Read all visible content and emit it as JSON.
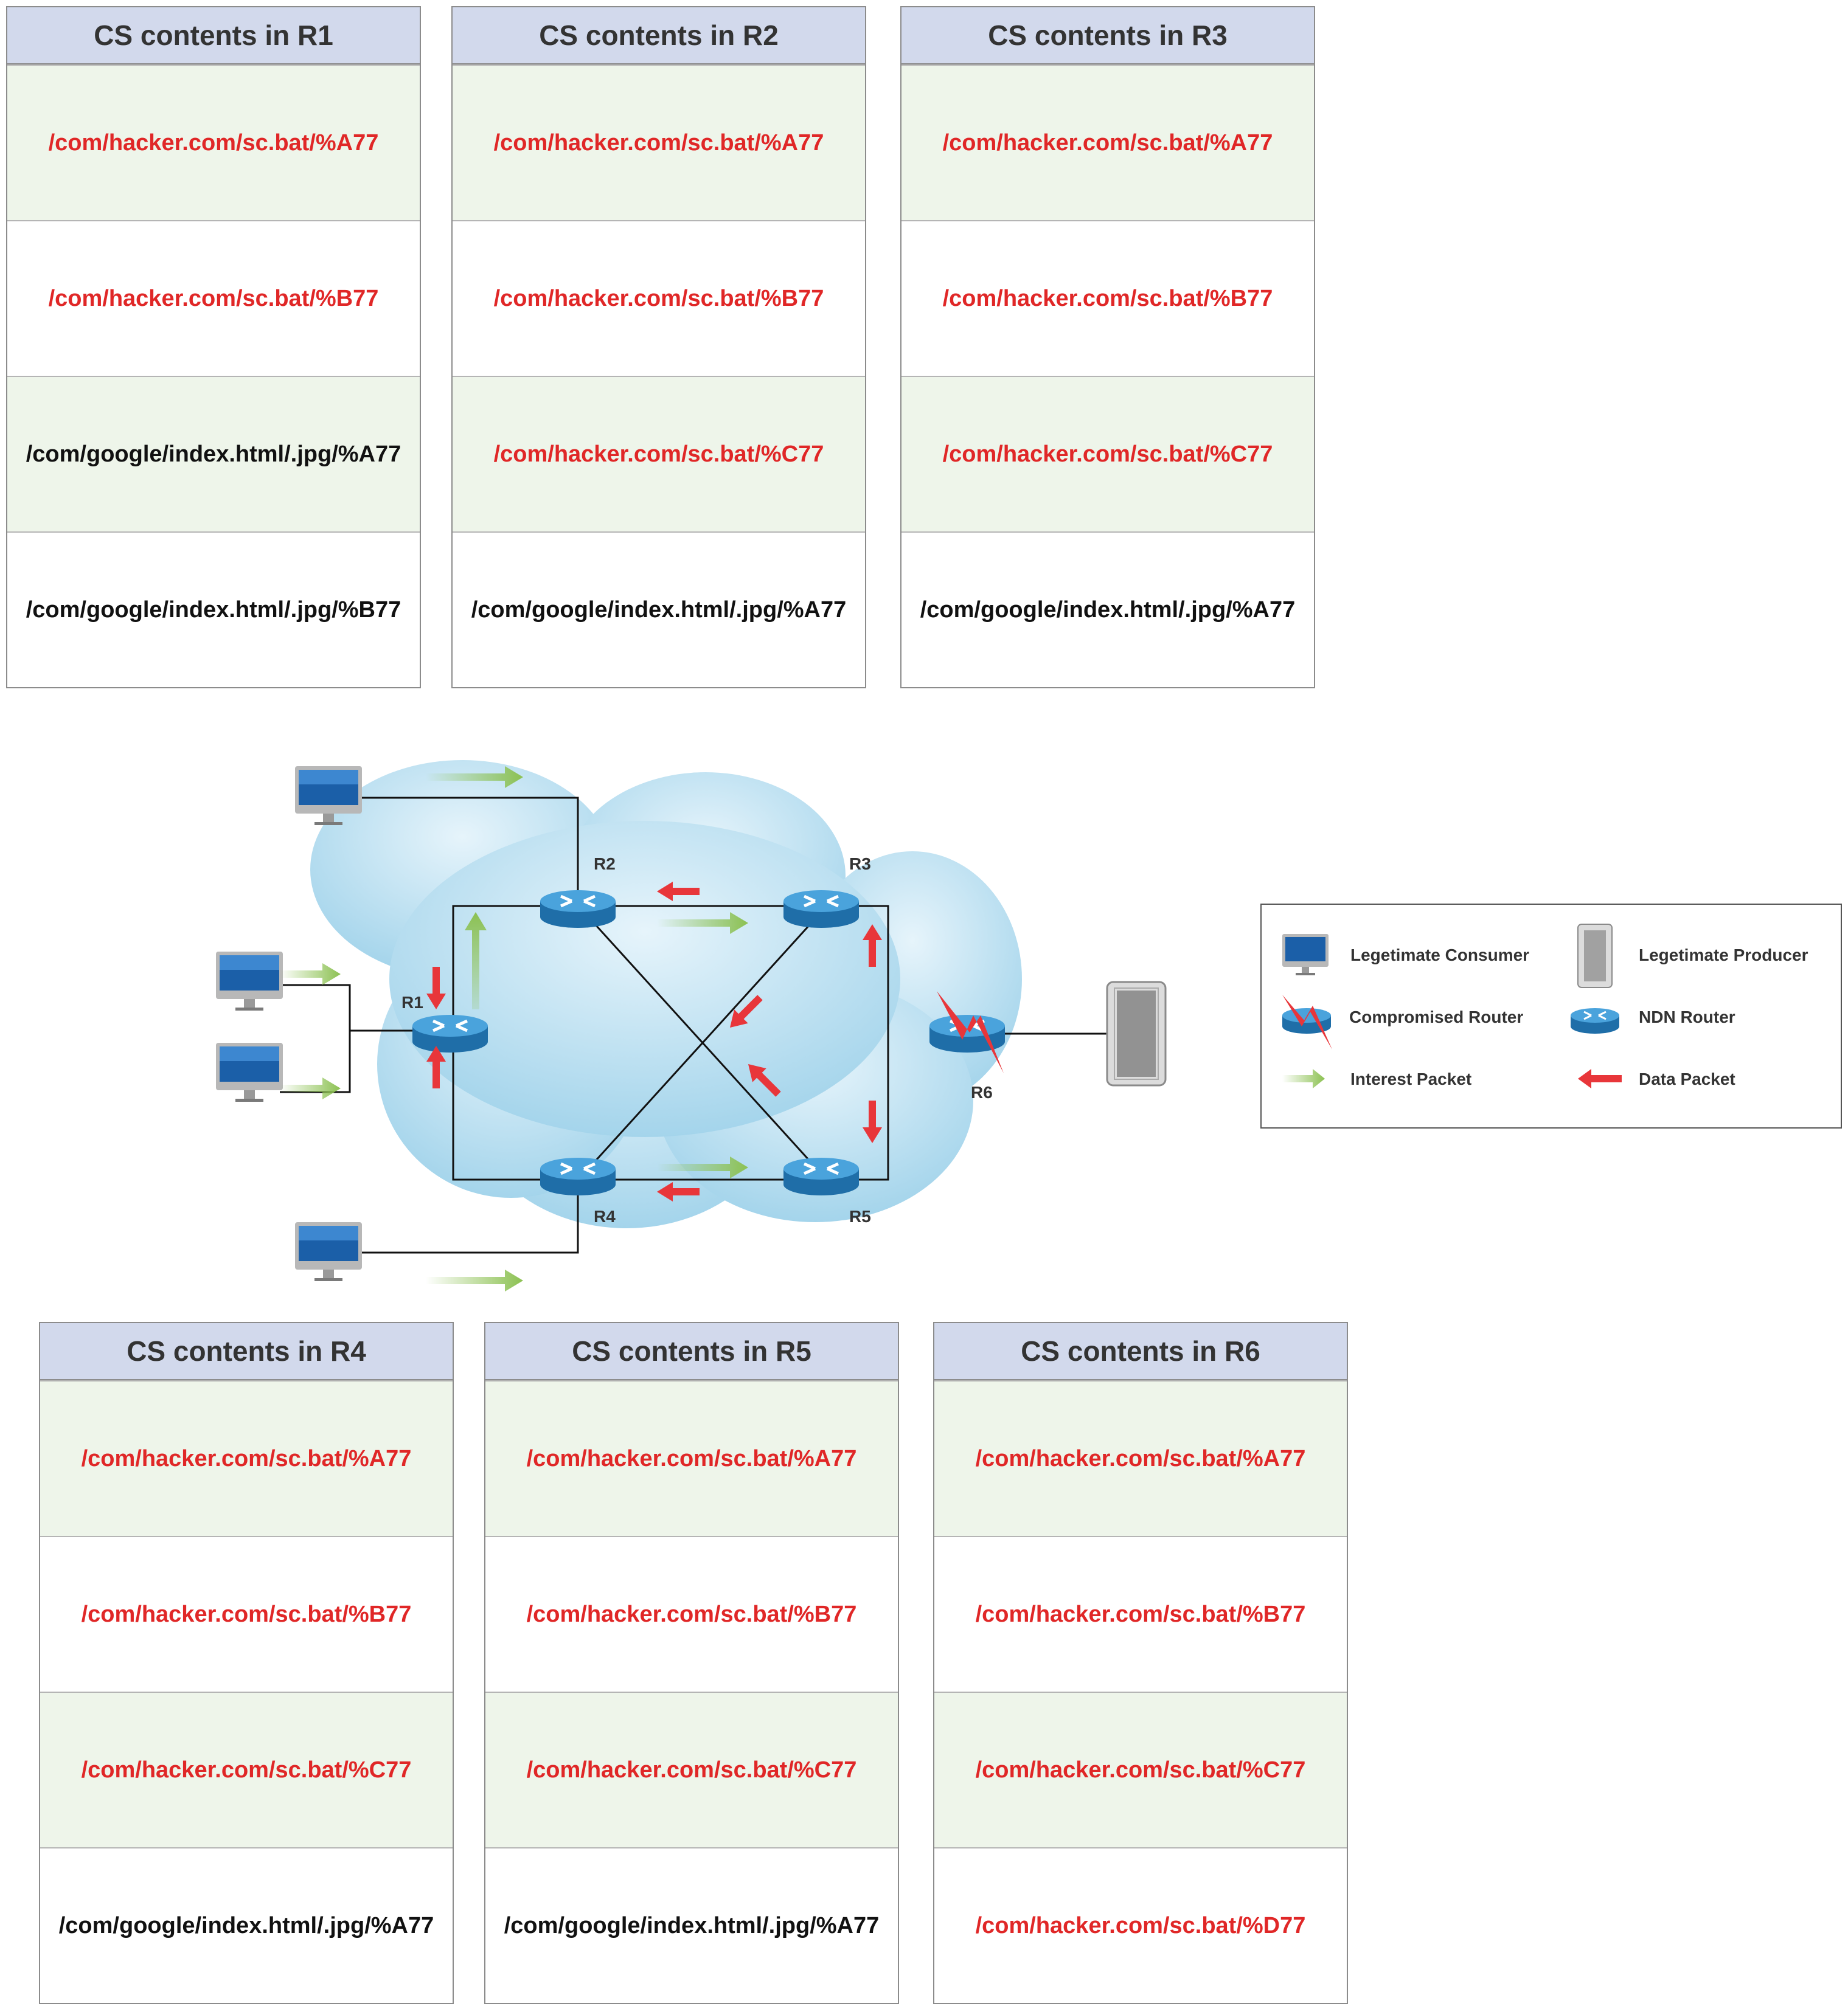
{
  "tables": [
    {
      "title": "CS contents in R1",
      "rows": [
        {
          "text": "/com/hacker.com/sc.bat/%A77",
          "malicious": true
        },
        {
          "text": "/com/hacker.com/sc.bat/%B77",
          "malicious": true
        },
        {
          "text": "/com/google/index.html/.jpg/%A77",
          "malicious": false
        },
        {
          "text": "/com/google/index.html/.jpg/%B77",
          "malicious": false
        }
      ]
    },
    {
      "title": "CS contents in R2",
      "rows": [
        {
          "text": "/com/hacker.com/sc.bat/%A77",
          "malicious": true
        },
        {
          "text": "/com/hacker.com/sc.bat/%B77",
          "malicious": true
        },
        {
          "text": "/com/hacker.com/sc.bat/%C77",
          "malicious": true
        },
        {
          "text": "/com/google/index.html/.jpg/%A77",
          "malicious": false
        }
      ]
    },
    {
      "title": "CS contents in R3",
      "rows": [
        {
          "text": "/com/hacker.com/sc.bat/%A77",
          "malicious": true
        },
        {
          "text": "/com/hacker.com/sc.bat/%B77",
          "malicious": true
        },
        {
          "text": "/com/hacker.com/sc.bat/%C77",
          "malicious": true
        },
        {
          "text": "/com/google/index.html/.jpg/%A77",
          "malicious": false
        }
      ]
    },
    {
      "title": "CS contents in R4",
      "rows": [
        {
          "text": "/com/hacker.com/sc.bat/%A77",
          "malicious": true
        },
        {
          "text": "/com/hacker.com/sc.bat/%B77",
          "malicious": true
        },
        {
          "text": "/com/hacker.com/sc.bat/%C77",
          "malicious": true
        },
        {
          "text": "/com/google/index.html/.jpg/%A77",
          "malicious": false
        }
      ]
    },
    {
      "title": "CS contents in R5",
      "rows": [
        {
          "text": "/com/hacker.com/sc.bat/%A77",
          "malicious": true
        },
        {
          "text": "/com/hacker.com/sc.bat/%B77",
          "malicious": true
        },
        {
          "text": "/com/hacker.com/sc.bat/%C77",
          "malicious": true
        },
        {
          "text": "/com/google/index.html/.jpg/%A77",
          "malicious": false
        }
      ]
    },
    {
      "title": "CS contents in R6",
      "rows": [
        {
          "text": "/com/hacker.com/sc.bat/%A77",
          "malicious": true
        },
        {
          "text": "/com/hacker.com/sc.bat/%B77",
          "malicious": true
        },
        {
          "text": "/com/hacker.com/sc.bat/%C77",
          "malicious": true
        },
        {
          "text": "/com/hacker.com/sc.bat/%D77",
          "malicious": true
        }
      ]
    }
  ],
  "routers": {
    "r1": "R1",
    "r2": "R2",
    "r3": "R3",
    "r4": "R4",
    "r5": "R5",
    "r6": "R6"
  },
  "legend": {
    "consumer": "Legetimate Consumer",
    "producer": "Legetimate Producer",
    "compromised": "Compromised Router",
    "ndn": "NDN Router",
    "interest": "Interest Packet",
    "data": "Data Packet"
  },
  "colors": {
    "malicious_text": "#e02727",
    "header_bg": "#d2d9ec",
    "shaded_row": "#eef5ea",
    "interest_arrow": "#8cc152",
    "data_arrow": "#e8363a",
    "router_blue": "#3a8fc7",
    "cloud_blue": "#a9d8ec"
  }
}
